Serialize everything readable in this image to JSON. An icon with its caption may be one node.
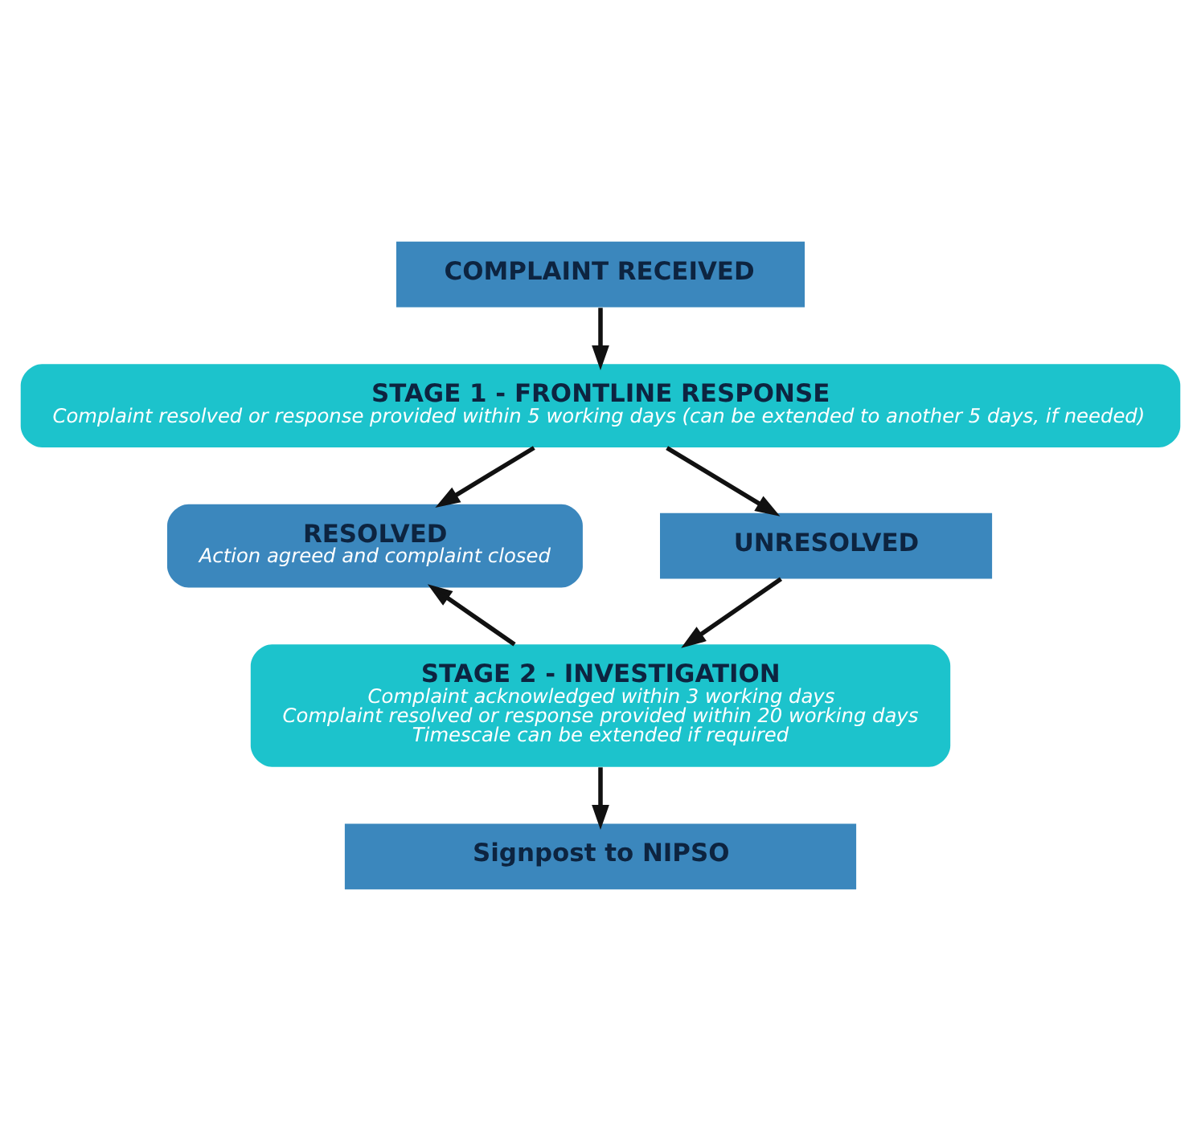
{
  "diagram": {
    "nodes": [
      {
        "text": [
          "COMPLAINT RECEIVED"
        ]
      },
      {
        "text": [
          "STAGE 1 - FRONTLINE RESPONSE",
          "Complaint resolved or response provided within 5 working days (can be extended to another 5 days, if needed)"
        ]
      },
      {
        "text": [
          "RESOLVED",
          "Action agreed and complaint closed"
        ]
      },
      {
        "text": [
          "UNRESOLVED"
        ]
      },
      {
        "text": [
          "STAGE 2 - INVESTIGATION",
          "Complaint acknowledged within 3 working days",
          "Complaint resolved or response provided within 20 working days",
          "Timescale can be extended if required"
        ]
      },
      {
        "text": [
          "Signpost to NIPSO"
        ]
      }
    ],
    "edges": [
      {
        "from": 0,
        "to": 1,
        "arrow": "to"
      },
      {
        "from": 1,
        "to": 2,
        "arrow": "to"
      },
      {
        "from": 1,
        "to": 3,
        "arrow": "to"
      },
      {
        "from": 3,
        "to": 4,
        "arrow": "to"
      },
      {
        "from": 4,
        "to": 2,
        "arrow": "to"
      },
      {
        "from": 4,
        "to": 5,
        "arrow": "to"
      }
    ]
  }
}
